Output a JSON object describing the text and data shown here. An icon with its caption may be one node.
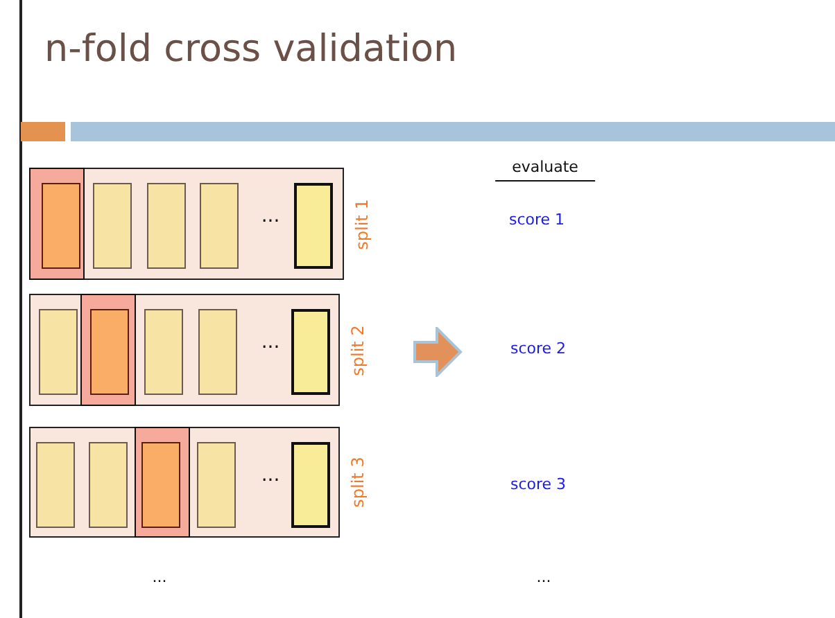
{
  "diagram": {
    "title": "n-fold cross validation",
    "nodes": [
      {
        "text": [
          "..."
        ],
        "beside": [
          "split 1"
        ]
      },
      {
        "text": [],
        "shape": "box",
        "in": 0
      },
      {
        "text": [],
        "shape": "box",
        "in": 0
      },
      {
        "text": [],
        "shape": "box",
        "in": 0
      },
      {
        "text": [],
        "shape": "box",
        "in": 0
      },
      {
        "text": [],
        "shape": "box",
        "in": 0
      },
      {
        "text": [
          "..."
        ],
        "beside": [
          "split 2"
        ]
      },
      {
        "text": [],
        "shape": "box",
        "in": 6
      },
      {
        "text": [],
        "shape": "box",
        "in": 6
      },
      {
        "text": [],
        "shape": "box",
        "in": 6
      },
      {
        "text": [],
        "shape": "box",
        "in": 6
      },
      {
        "text": [],
        "shape": "box",
        "in": 6
      },
      {
        "text": [
          "..."
        ],
        "beside": [
          "split 3"
        ]
      },
      {
        "text": [],
        "shape": "box",
        "in": 12
      },
      {
        "text": [],
        "shape": "box",
        "in": 12
      },
      {
        "text": [],
        "shape": "box",
        "in": 12
      },
      {
        "text": [],
        "shape": "box",
        "in": 12
      },
      {
        "text": [],
        "shape": "box",
        "in": 12
      }
    ],
    "labels": [
      "evaluate",
      "score 1",
      "score 2",
      "score 3",
      "...",
      "..."
    ]
  }
}
